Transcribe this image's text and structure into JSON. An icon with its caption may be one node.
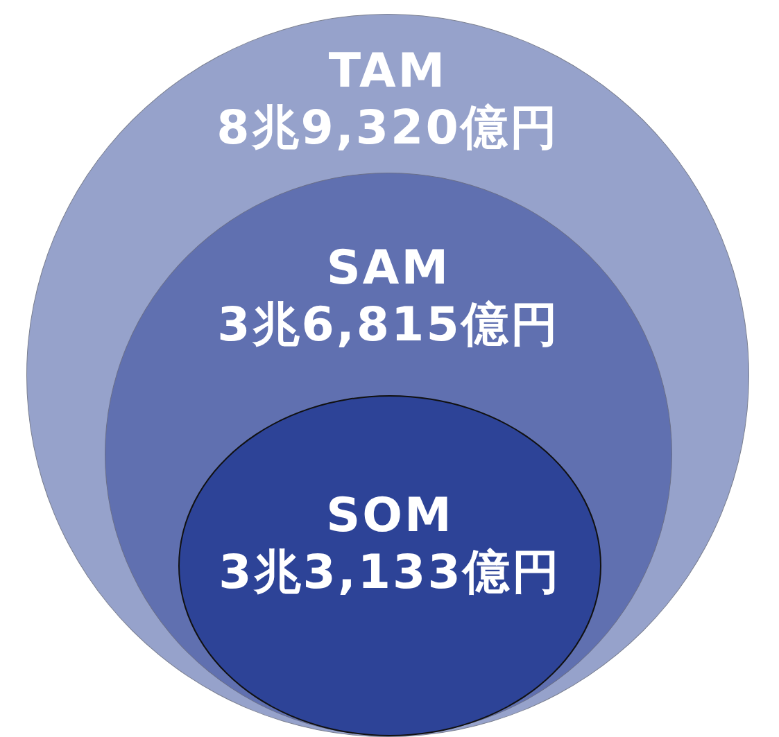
{
  "diagram": {
    "nodes": [
      {
        "text": [
          "TAM",
          "8兆9,320億円"
        ]
      },
      {
        "text": [
          "SAM",
          "3兆6,815億円"
        ],
        "in": 0
      },
      {
        "text": [
          "SOM",
          "3兆3,133億円"
        ],
        "in": 1
      }
    ]
  }
}
